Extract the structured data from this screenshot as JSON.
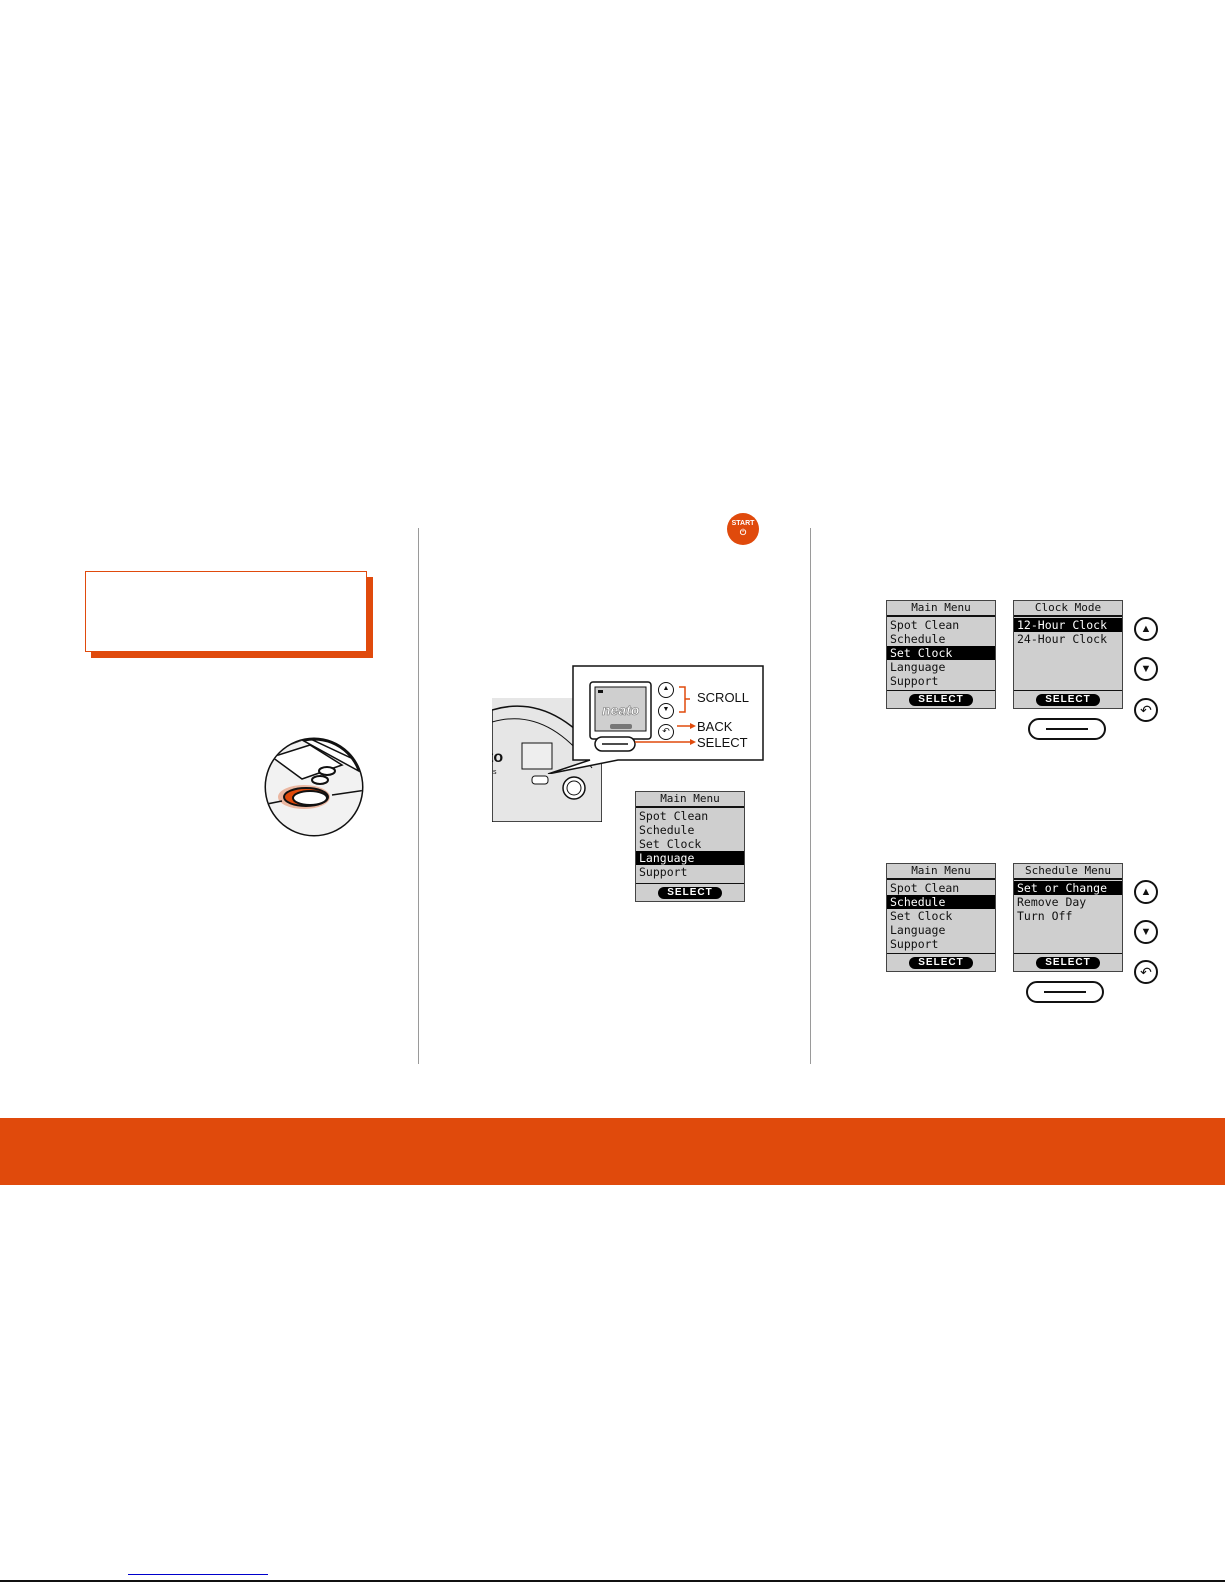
{
  "colors": {
    "accent": "#e04a0c",
    "lcd_bg": "#cfcfcf",
    "ink": "#111111"
  },
  "start_button": {
    "label": "START",
    "symbol": "⏻"
  },
  "device_callout": {
    "logo": "neato",
    "labels": {
      "scroll": "SCROLL",
      "back": "BACK",
      "select": "SELECT"
    }
  },
  "screens": {
    "center_main_menu": {
      "title": "Main Menu",
      "items": [
        "Spot Clean",
        "Schedule",
        "Set Clock",
        "Language",
        "Support"
      ],
      "selected_index": 3,
      "button": "SELECT"
    },
    "right_main_menu_clock": {
      "title": "Main Menu",
      "items": [
        "Spot Clean",
        "Schedule",
        "Set Clock",
        "Language",
        "Support"
      ],
      "selected_index": 2,
      "button": "SELECT"
    },
    "clock_mode": {
      "title": "Clock Mode",
      "items": [
        "12-Hour Clock",
        "24-Hour Clock"
      ],
      "selected_index": 0,
      "button": "SELECT"
    },
    "right_main_menu_schedule": {
      "title": "Main Menu",
      "items": [
        "Spot Clean",
        "Schedule",
        "Set Clock",
        "Language",
        "Support"
      ],
      "selected_index": 1,
      "button": "SELECT"
    },
    "schedule_menu": {
      "title": "Schedule Menu",
      "items": [
        "Set or Change",
        "Remove Day",
        "Turn Off"
      ],
      "selected_index": 0,
      "button": "SELECT"
    }
  },
  "icons": {
    "up": "up-arrow-icon",
    "down": "down-arrow-icon",
    "back": "back-arrow-icon",
    "select": "select-key-icon"
  }
}
